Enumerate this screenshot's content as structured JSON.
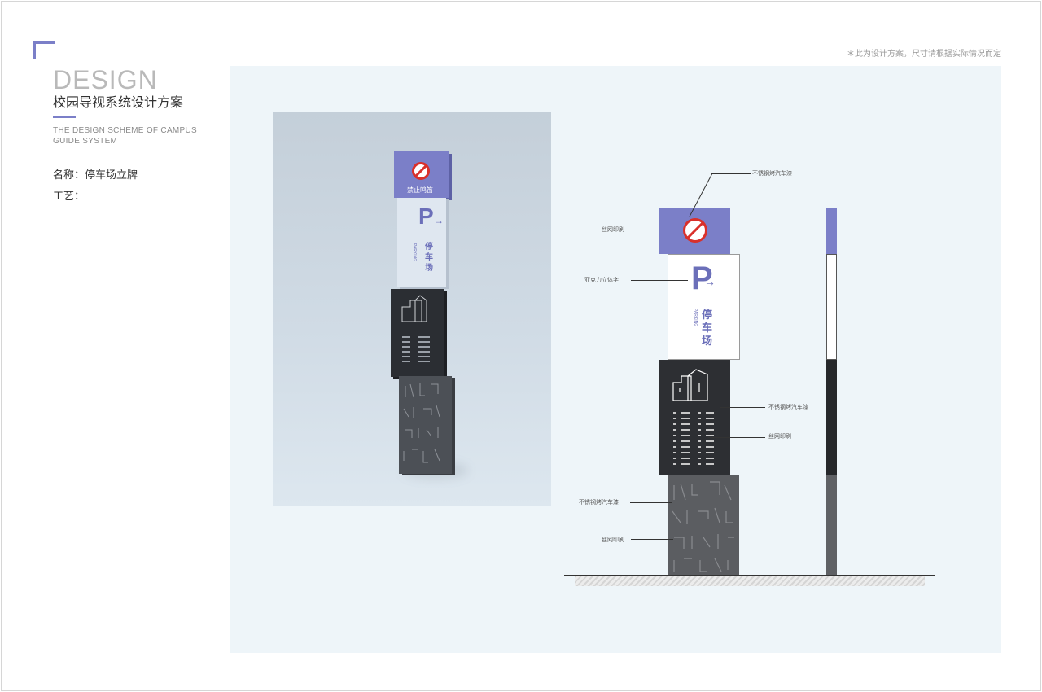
{
  "header": {
    "title_big": "DESIGN",
    "title_cn": "校园导视系统设计方案",
    "title_en": "THE DESIGN SCHEME OF CAMPUS GUIDE SYSTEM",
    "name_line": "名称：停车场立牌",
    "craft_line": "工艺："
  },
  "note": "＊此为设计方案，尺寸请根据实际情况而定",
  "sign": {
    "no_smoking_text": "禁止鸣笛",
    "parking_letter": "P",
    "arrow": "→",
    "parking_cn": "停\n车\n场",
    "parking_en": "PARKING"
  },
  "annotations": {
    "top_right": "不锈钢烤汽车漆",
    "top_left": "丝网印刷",
    "acrylic": "亚克力立体字",
    "dark_right_1": "不锈钢烤汽车漆",
    "dark_right_2": "丝网印刷",
    "base_left_1": "不锈钢烤汽车漆",
    "base_left_2": "丝网印刷"
  },
  "colors": {
    "accent": "#7b7fc8",
    "dark_panel": "#2d2f33",
    "base_panel": "#5b5d61",
    "no_sign_red": "#d9302b"
  }
}
